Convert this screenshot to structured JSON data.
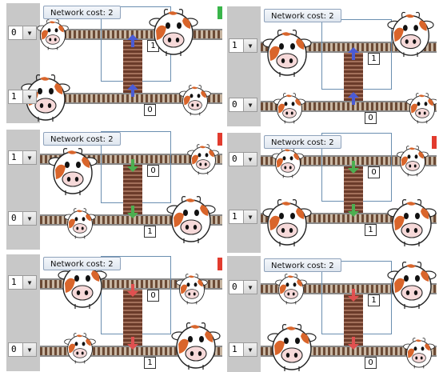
{
  "cost_label": "Network cost: 2",
  "panels": [
    {
      "combo_top": "0",
      "combo_bottom": "1",
      "num_top": "1",
      "num_bottom": "0",
      "arrow_color": "#4a5bd6",
      "arrow_dir": "up",
      "corner_color": "#39b54a"
    },
    {
      "combo_top": "1",
      "combo_bottom": "0",
      "num_top": "1",
      "num_bottom": "0",
      "arrow_color": "#4a5bd6",
      "arrow_dir": "up",
      "corner_color": ""
    },
    {
      "combo_top": "1",
      "combo_bottom": "0",
      "num_top": "0",
      "num_bottom": "1",
      "arrow_color": "#4caf50",
      "arrow_dir": "down",
      "corner_color": "#e23b2e"
    },
    {
      "combo_top": "0",
      "combo_bottom": "1",
      "num_top": "0",
      "num_bottom": "1",
      "arrow_color": "#4caf50",
      "arrow_dir": "down",
      "corner_color": "#e23b2e"
    },
    {
      "combo_top": "1",
      "combo_bottom": "0",
      "num_top": "0",
      "num_bottom": "1",
      "arrow_color": "#e05050",
      "arrow_dir": "down",
      "corner_color": "#e23b2e"
    },
    {
      "combo_top": "0",
      "combo_bottom": "1",
      "num_top": "1",
      "num_bottom": "0",
      "arrow_color": "#e05050",
      "arrow_dir": "down",
      "corner_color": ""
    }
  ]
}
